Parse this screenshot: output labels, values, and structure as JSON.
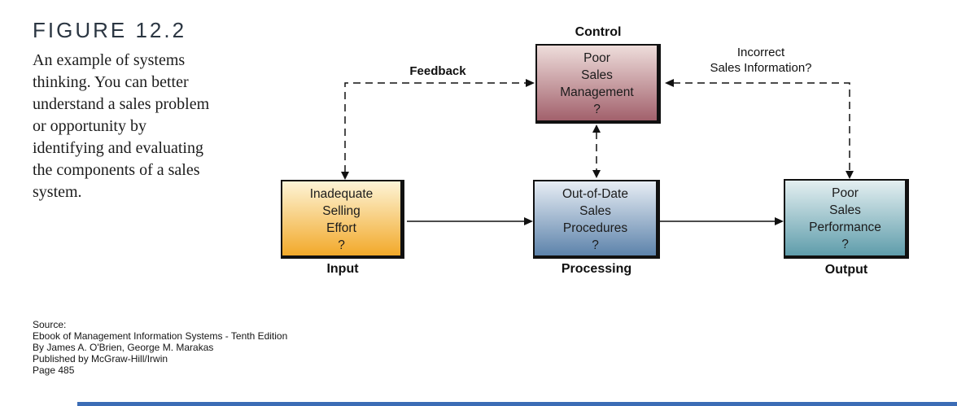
{
  "figure": {
    "heading": "FIGURE 12.2",
    "caption_lines": [
      "An example of systems",
      "thinking. You can better",
      "understand a sales problem",
      "or opportunity by",
      "identifying and evaluating",
      "the components of a sales",
      "system."
    ]
  },
  "diagram": {
    "feedback_label": "Feedback",
    "incorrect_label_lines": [
      "Incorrect",
      "Sales Information?"
    ],
    "nodes": {
      "control": {
        "label": "Control",
        "lines": [
          "Poor",
          "Sales",
          "Management",
          "?"
        ]
      },
      "input": {
        "label": "Input",
        "lines": [
          "Inadequate",
          "Selling",
          "Effort",
          "?"
        ]
      },
      "processing": {
        "label": "Processing",
        "lines": [
          "Out-of-Date",
          "Sales",
          "Procedures",
          "?"
        ]
      },
      "output": {
        "label": "Output",
        "lines": [
          "Poor",
          "Sales",
          "Performance",
          "?"
        ]
      }
    },
    "colors": {
      "control_top": "#eedddb",
      "control_bottom": "#a2616c",
      "input_top": "#fdf4d6",
      "input_bottom": "#f2a92a",
      "processing_top": "#e7edf4",
      "processing_bottom": "#5d83ab",
      "output_top": "#e4eff1",
      "output_bottom": "#5f9dab",
      "line": "#111111",
      "bottom_bar": "#3b6cb5"
    }
  },
  "source": {
    "lines": [
      "Source:",
      "Ebook of Management Information Systems - Tenth Edition",
      "By James A. O'Brien, George M. Marakas",
      "Published by McGraw-Hill/Irwin",
      "Page 485"
    ]
  }
}
